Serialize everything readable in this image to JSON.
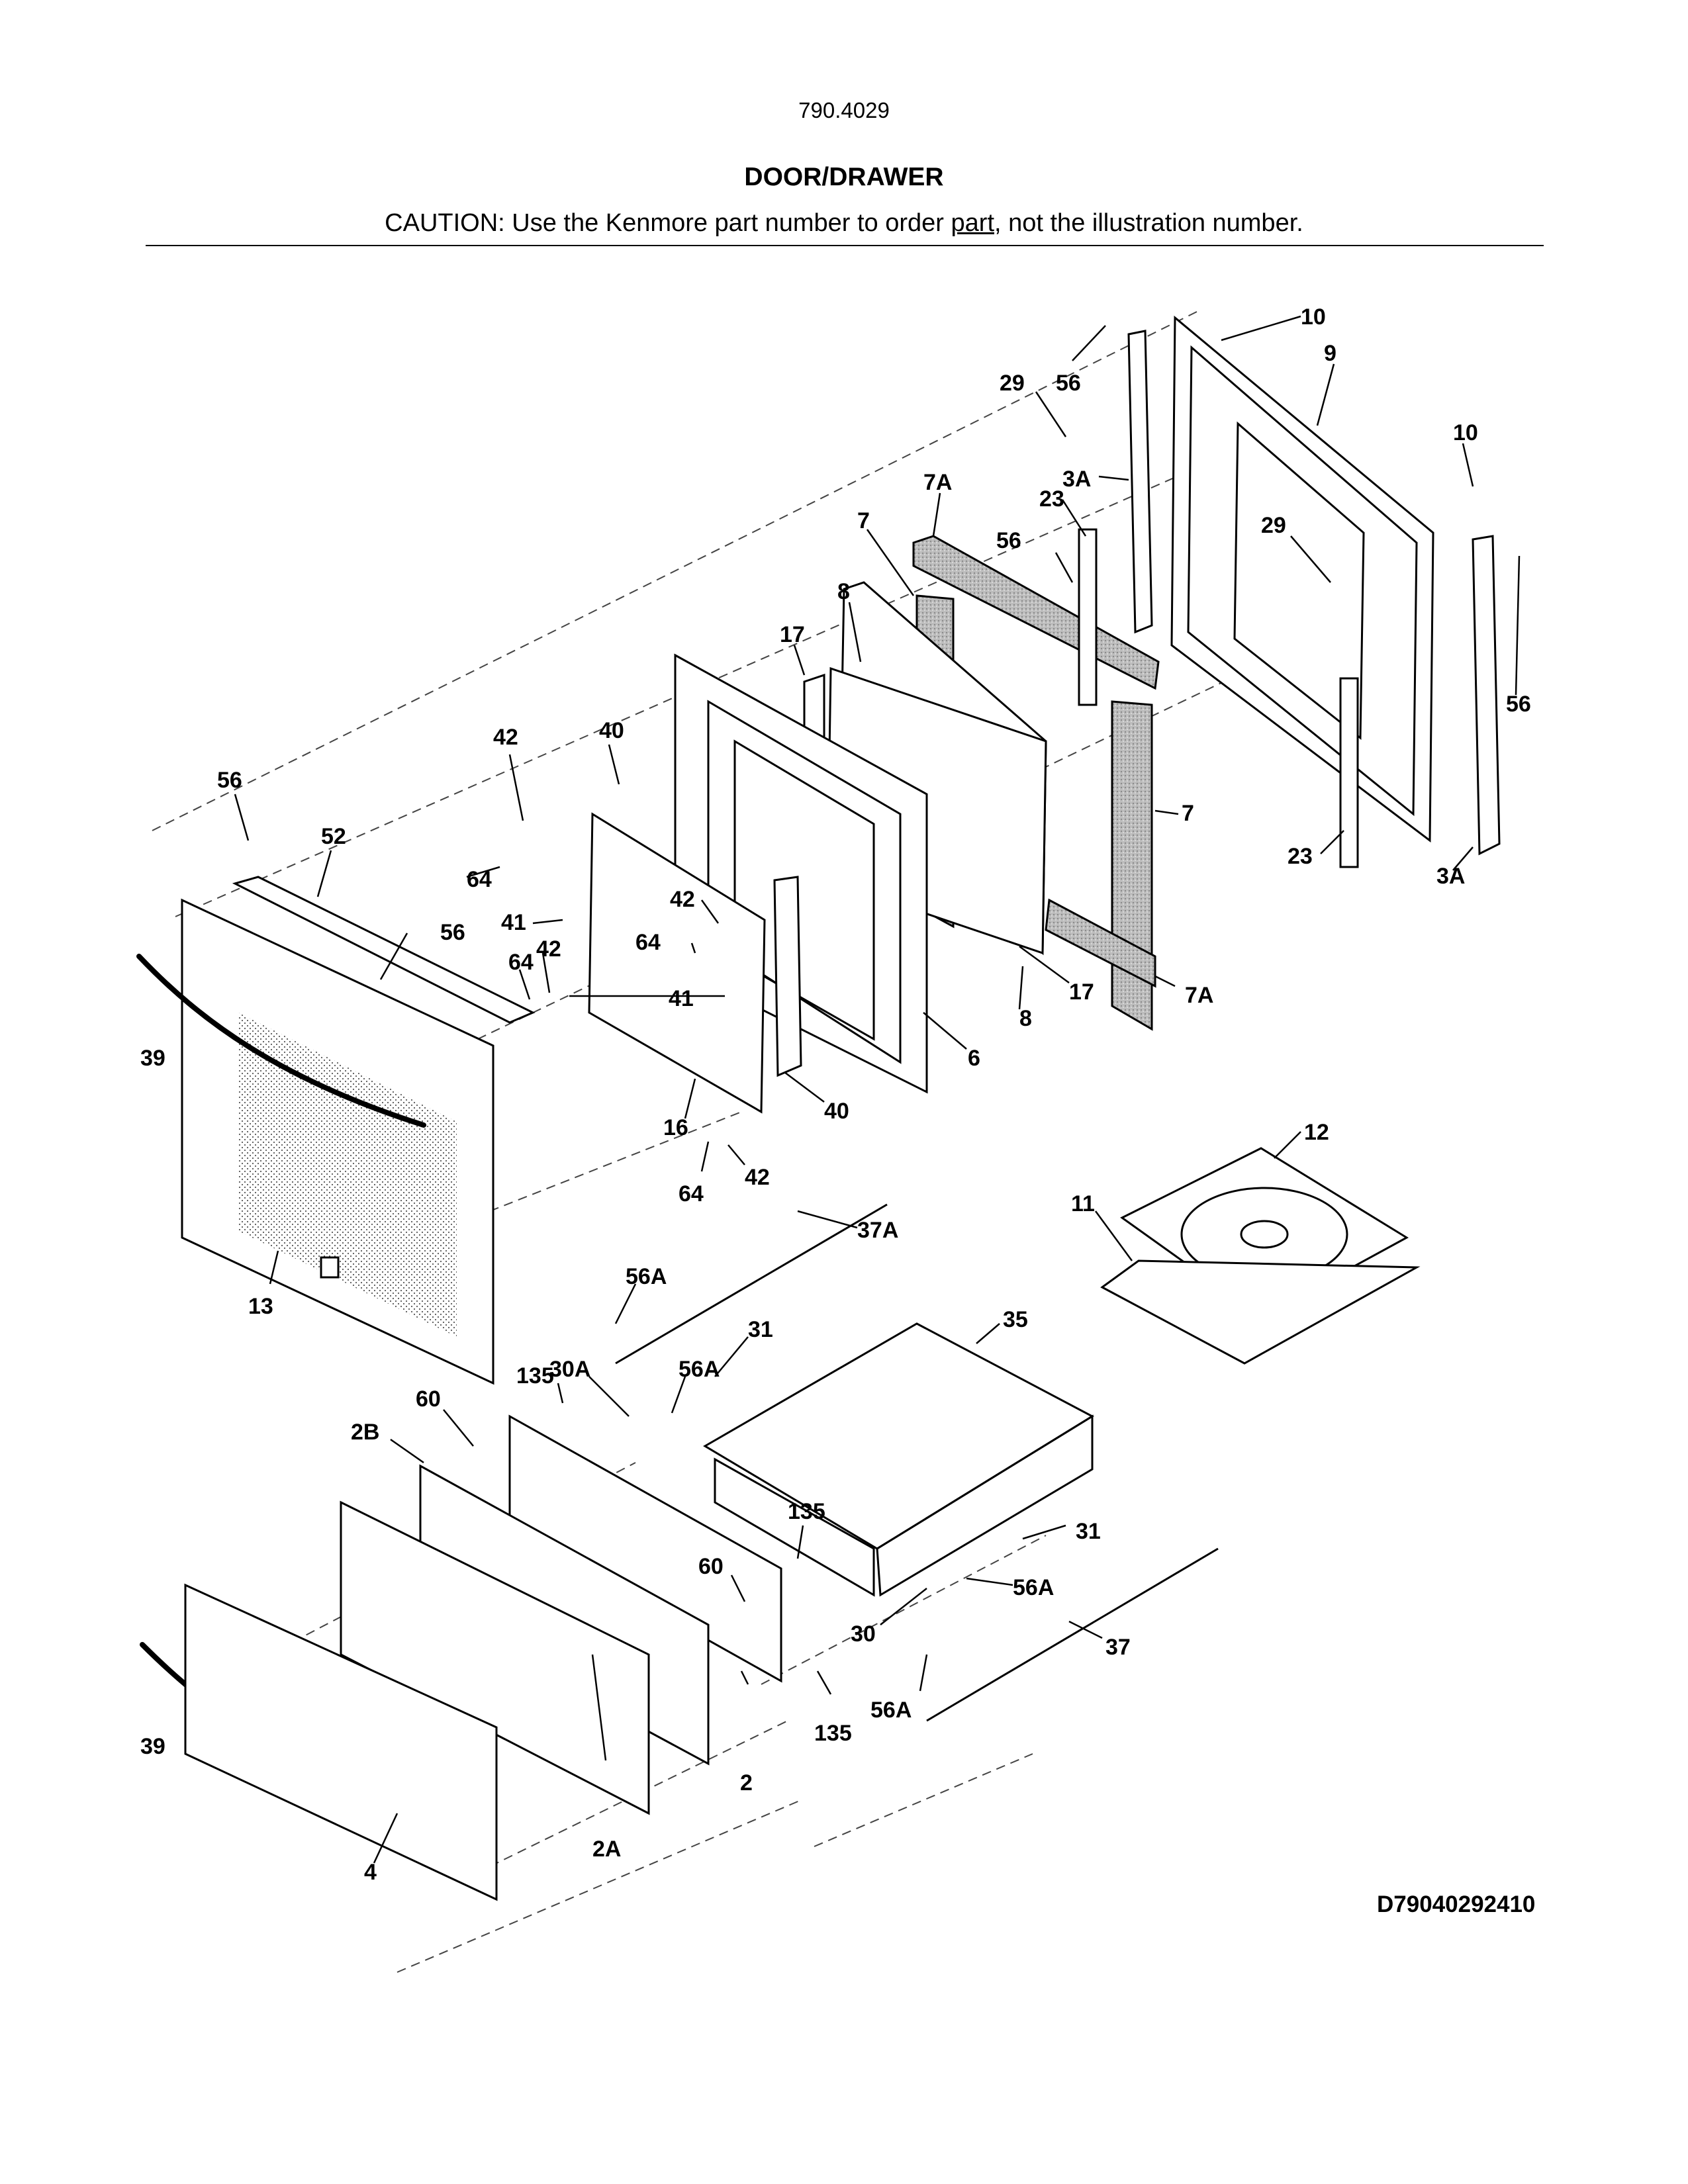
{
  "header": {
    "model_number": "790.4029",
    "title": "DOOR/DRAWER",
    "caution_prefix": "CAUTION: Use the Kenmore part number to order ",
    "caution_underlined": "part",
    "caution_suffix": ", not the illustration number."
  },
  "diagram_code": "D79040292410",
  "callouts": [
    {
      "id": "c-10a",
      "text": "10"
    },
    {
      "id": "c-56a",
      "text": "56"
    },
    {
      "id": "c-29a",
      "text": "29"
    },
    {
      "id": "c-9",
      "text": "9"
    },
    {
      "id": "c-10b",
      "text": "10"
    },
    {
      "id": "c-7a-top",
      "text": "7A"
    },
    {
      "id": "c-3a-top",
      "text": "3A"
    },
    {
      "id": "c-23a",
      "text": "23"
    },
    {
      "id": "c-29b",
      "text": "29"
    },
    {
      "id": "c-7-top",
      "text": "7"
    },
    {
      "id": "c-56b",
      "text": "56"
    },
    {
      "id": "c-8-top",
      "text": "8"
    },
    {
      "id": "c-17-top",
      "text": "17"
    },
    {
      "id": "c-56c",
      "text": "56"
    },
    {
      "id": "c-42a",
      "text": "42"
    },
    {
      "id": "c-40a",
      "text": "40"
    },
    {
      "id": "c-56d",
      "text": "56"
    },
    {
      "id": "c-52",
      "text": "52"
    },
    {
      "id": "c-7-right",
      "text": "7"
    },
    {
      "id": "c-23b",
      "text": "23"
    },
    {
      "id": "c-3a-bottom",
      "text": "3A"
    },
    {
      "id": "c-64a",
      "text": "64"
    },
    {
      "id": "c-42b",
      "text": "42"
    },
    {
      "id": "c-41a",
      "text": "41"
    },
    {
      "id": "c-56e",
      "text": "56"
    },
    {
      "id": "c-64b",
      "text": "64"
    },
    {
      "id": "c-42c",
      "text": "42"
    },
    {
      "id": "c-64c",
      "text": "64"
    },
    {
      "id": "c-17-bottom",
      "text": "17"
    },
    {
      "id": "c-7a-bottom",
      "text": "7A"
    },
    {
      "id": "c-8-bottom",
      "text": "8"
    },
    {
      "id": "c-41b",
      "text": "41"
    },
    {
      "id": "c-39a",
      "text": "39"
    },
    {
      "id": "c-6",
      "text": "6"
    },
    {
      "id": "c-16",
      "text": "16"
    },
    {
      "id": "c-40b",
      "text": "40"
    },
    {
      "id": "c-12",
      "text": "12"
    },
    {
      "id": "c-42d",
      "text": "42"
    },
    {
      "id": "c-64d",
      "text": "64"
    },
    {
      "id": "c-11",
      "text": "11"
    },
    {
      "id": "c-37a",
      "text": "37A"
    },
    {
      "id": "c-13",
      "text": "13"
    },
    {
      "id": "c-56a-1",
      "text": "56A"
    },
    {
      "id": "c-35",
      "text": "35"
    },
    {
      "id": "c-31a",
      "text": "31"
    },
    {
      "id": "c-30a",
      "text": "30A"
    },
    {
      "id": "c-56a-2",
      "text": "56A"
    },
    {
      "id": "c-135a",
      "text": "135"
    },
    {
      "id": "c-60a",
      "text": "60"
    },
    {
      "id": "c-2b",
      "text": "2B"
    },
    {
      "id": "c-135b",
      "text": "135"
    },
    {
      "id": "c-31b",
      "text": "31"
    },
    {
      "id": "c-60b",
      "text": "60"
    },
    {
      "id": "c-56a-3",
      "text": "56A"
    },
    {
      "id": "c-30",
      "text": "30"
    },
    {
      "id": "c-37",
      "text": "37"
    },
    {
      "id": "c-56a-4",
      "text": "56A"
    },
    {
      "id": "c-39b",
      "text": "39"
    },
    {
      "id": "c-135c",
      "text": "135"
    },
    {
      "id": "c-2",
      "text": "2"
    },
    {
      "id": "c-2a",
      "text": "2A"
    },
    {
      "id": "c-4",
      "text": "4"
    }
  ]
}
